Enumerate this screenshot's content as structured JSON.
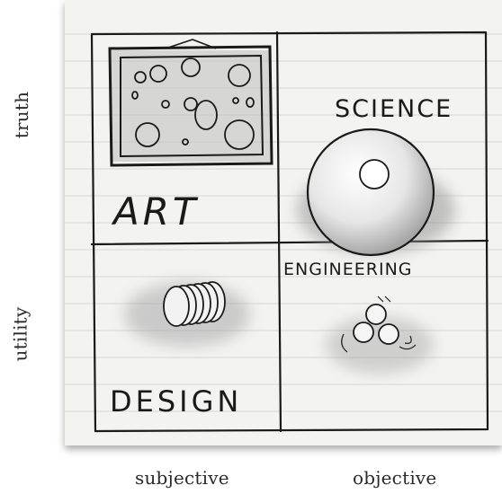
{
  "axes": {
    "y_top": "truth",
    "y_bottom": "utility",
    "x_left": "subjective",
    "x_right": "objective"
  },
  "quadrants": {
    "top_left": "ART",
    "top_right": "SCIENCE",
    "bottom_left": "DESIGN",
    "bottom_right": "ENGINEERING"
  },
  "colors": {
    "paper": "#f3f3f2",
    "ink": "#1a1a1a",
    "ruled_line": "#d7d7d7",
    "shading": "#8f8f8f"
  }
}
